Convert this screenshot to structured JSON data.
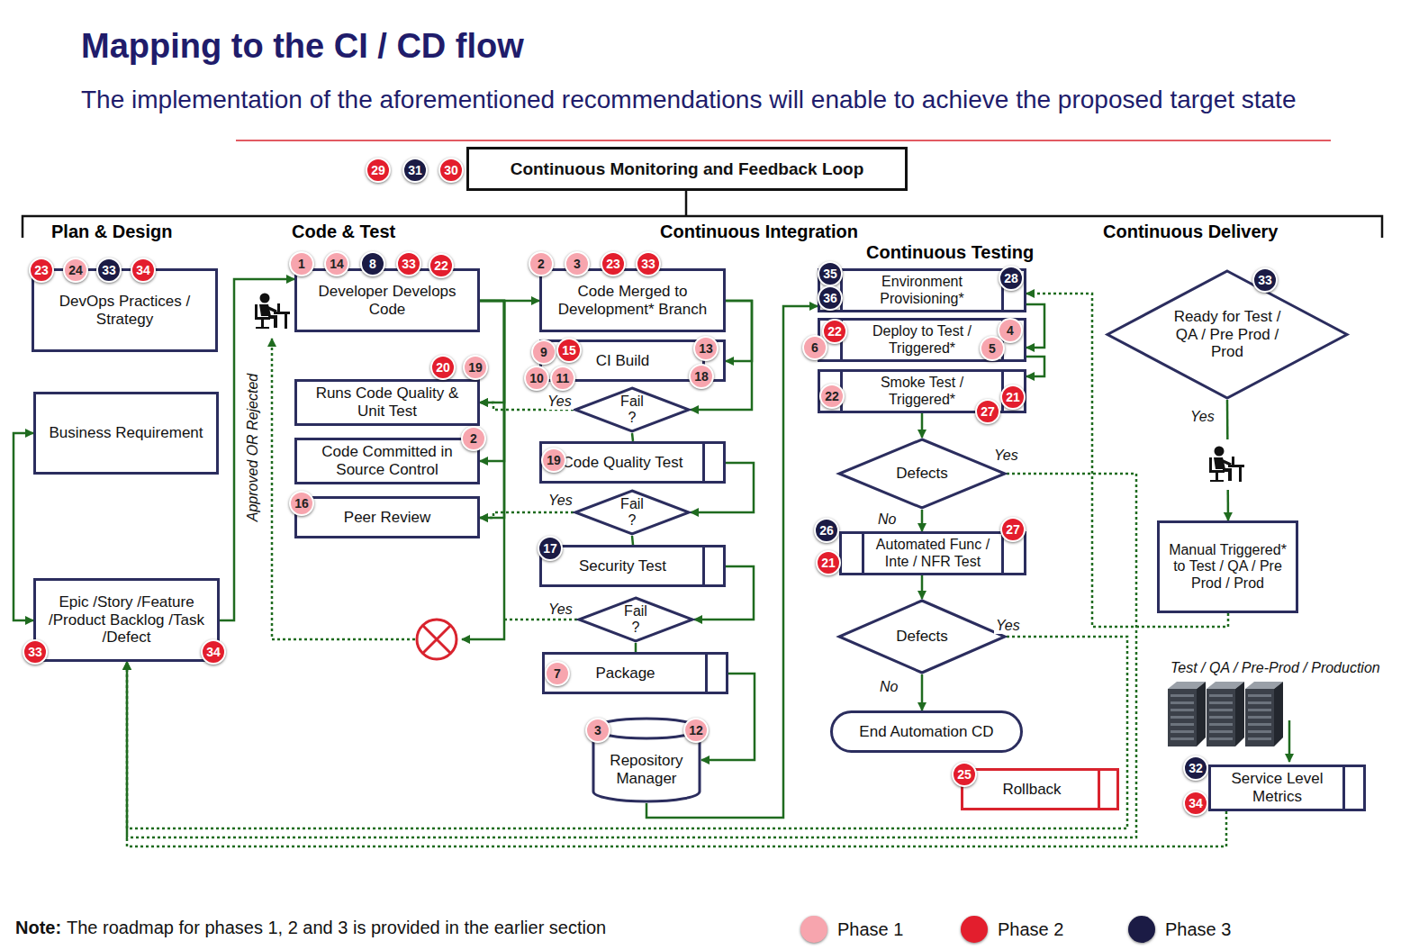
{
  "diagram": {
    "title": "Mapping to the CI / CD flow",
    "caption": "The implementation of the aforementioned recommendations will enable to achieve the proposed target state",
    "nodes": [
      {
        "text": [
          "Continuous Monitoring and Feedback Loop"
        ]
      },
      {
        "text": [
          "DevOps Practices / Strategy"
        ]
      },
      {
        "text": [
          "Business Requirement"
        ]
      },
      {
        "text": [
          "Epic /Story /Feature /Product Backlog /Task /Defect"
        ]
      },
      {
        "text": [
          "Developer Develops Code"
        ]
      },
      {
        "text": [
          "Runs Code Quality & Unit Test"
        ]
      },
      {
        "text": [
          "Code Committed in Source Control"
        ]
      },
      {
        "text": [
          "Peer Review"
        ]
      },
      {
        "text": [
          "Code Merged to Development* Branch"
        ]
      },
      {
        "text": [
          "CI Build"
        ]
      },
      {
        "text": [
          "Fail ?"
        ]
      },
      {
        "text": [
          "Code Quality Test"
        ]
      },
      {
        "text": [
          "Fail ?"
        ]
      },
      {
        "text": [
          "Security Test"
        ]
      },
      {
        "text": [
          "Fail ?"
        ]
      },
      {
        "text": [
          "Package"
        ]
      },
      {
        "text": [
          "Repository Manager"
        ]
      },
      {
        "text": [
          "Environment Provisioning*"
        ]
      },
      {
        "text": [
          "Deploy to Test / Triggered*"
        ]
      },
      {
        "text": [
          "Smoke Test / Triggered*"
        ]
      },
      {
        "text": [
          "Defects"
        ]
      },
      {
        "text": [
          "Automated Func / Inte / NFR Test"
        ]
      },
      {
        "text": [
          "Defects"
        ]
      },
      {
        "text": [
          "End Automation CD"
        ]
      },
      {
        "text": [
          "Rollback"
        ]
      },
      {
        "text": [
          "Ready for Test / QA / Pre Prod / Prod"
        ]
      },
      {
        "text": [
          "Manual Triggered* to Test / QA / Pre Prod / Prod"
        ]
      },
      {
        "text": [
          "Service Level Metrics"
        ]
      }
    ],
    "edges": [
      {
        "from": 2,
        "to": 3,
        "arrow": "both"
      },
      {
        "from": 3,
        "to": 4,
        "arrow": "to"
      },
      {
        "from": 4,
        "to": 8,
        "arrow": "to"
      },
      {
        "from": 4,
        "to": 5,
        "arrow": "to"
      },
      {
        "from": 4,
        "to": 6,
        "arrow": "to"
      },
      {
        "from": 4,
        "to": 7,
        "arrow": "to"
      },
      {
        "from": 8,
        "to": 9,
        "arrow": "to"
      },
      {
        "from": 8,
        "to": 10,
        "arrow": "to"
      },
      {
        "from": 10,
        "to": 5,
        "label": "Yes",
        "arrow": "to"
      },
      {
        "from": 10,
        "to": 11,
        "arrow": "none"
      },
      {
        "from": 11,
        "to": 12,
        "arrow": "to"
      },
      {
        "from": 12,
        "to": 7,
        "label": "Yes",
        "arrow": "to"
      },
      {
        "from": 12,
        "to": 13,
        "arrow": "none"
      },
      {
        "from": 13,
        "to": 14,
        "arrow": "to"
      },
      {
        "from": 14,
        "to": 15,
        "arrow": "none"
      },
      {
        "from": 15,
        "to": 16,
        "arrow": "to"
      },
      {
        "from": 16,
        "to": 17,
        "arrow": "to"
      },
      {
        "from": 17,
        "to": 18,
        "arrow": "to"
      },
      {
        "from": 18,
        "to": 19,
        "arrow": "to"
      },
      {
        "from": 19,
        "to": 20,
        "arrow": "to"
      },
      {
        "from": 20,
        "to": 21,
        "label": "No",
        "arrow": "to"
      },
      {
        "from": 20,
        "to": 3,
        "label": "Yes",
        "arrow": "to"
      },
      {
        "from": 21,
        "to": 22,
        "arrow": "to"
      },
      {
        "from": 22,
        "to": 23,
        "label": "No",
        "arrow": "to"
      },
      {
        "from": 22,
        "to": 3,
        "label": "Yes",
        "arrow": "to"
      },
      {
        "from": 25,
        "to": 26,
        "label": "Yes",
        "arrow": "to"
      },
      {
        "from": 26,
        "to": 17,
        "arrow": "to"
      },
      {
        "from": 27,
        "to": 3,
        "arrow": "to"
      }
    ],
    "labels": [
      "Plan & Design",
      "Code & Test",
      "Continuous Integration",
      "Continuous Testing",
      "Continuous Delivery",
      "29",
      "31",
      "30",
      "23",
      "24",
      "33",
      "34",
      "33",
      "34",
      "1",
      "14",
      "8",
      "33",
      "22",
      "20",
      "19",
      "2",
      "16",
      "2",
      "3",
      "23",
      "33",
      "9",
      "15",
      "10",
      "11",
      "13",
      "18",
      "19",
      "17",
      "7",
      "3",
      "12",
      "35",
      "36",
      "28",
      "22",
      "6",
      "4",
      "5",
      "22",
      "21",
      "27",
      "26",
      "21",
      "27",
      "25",
      "33",
      "32",
      "34",
      "Yes",
      "Approved OR Rejected",
      "Test / QA / Pre-Prod / Production",
      "Note:",
      "The roadmap for phases 1, 2 and 3 is provided in the earlier section"
    ],
    "legend": [
      {
        "text": "Phase 1",
        "color": "#f7a5ae"
      },
      {
        "text": "Phase 2",
        "color": "#e31e2d"
      },
      {
        "text": "Phase 3",
        "color": "#1b1b45"
      }
    ]
  }
}
